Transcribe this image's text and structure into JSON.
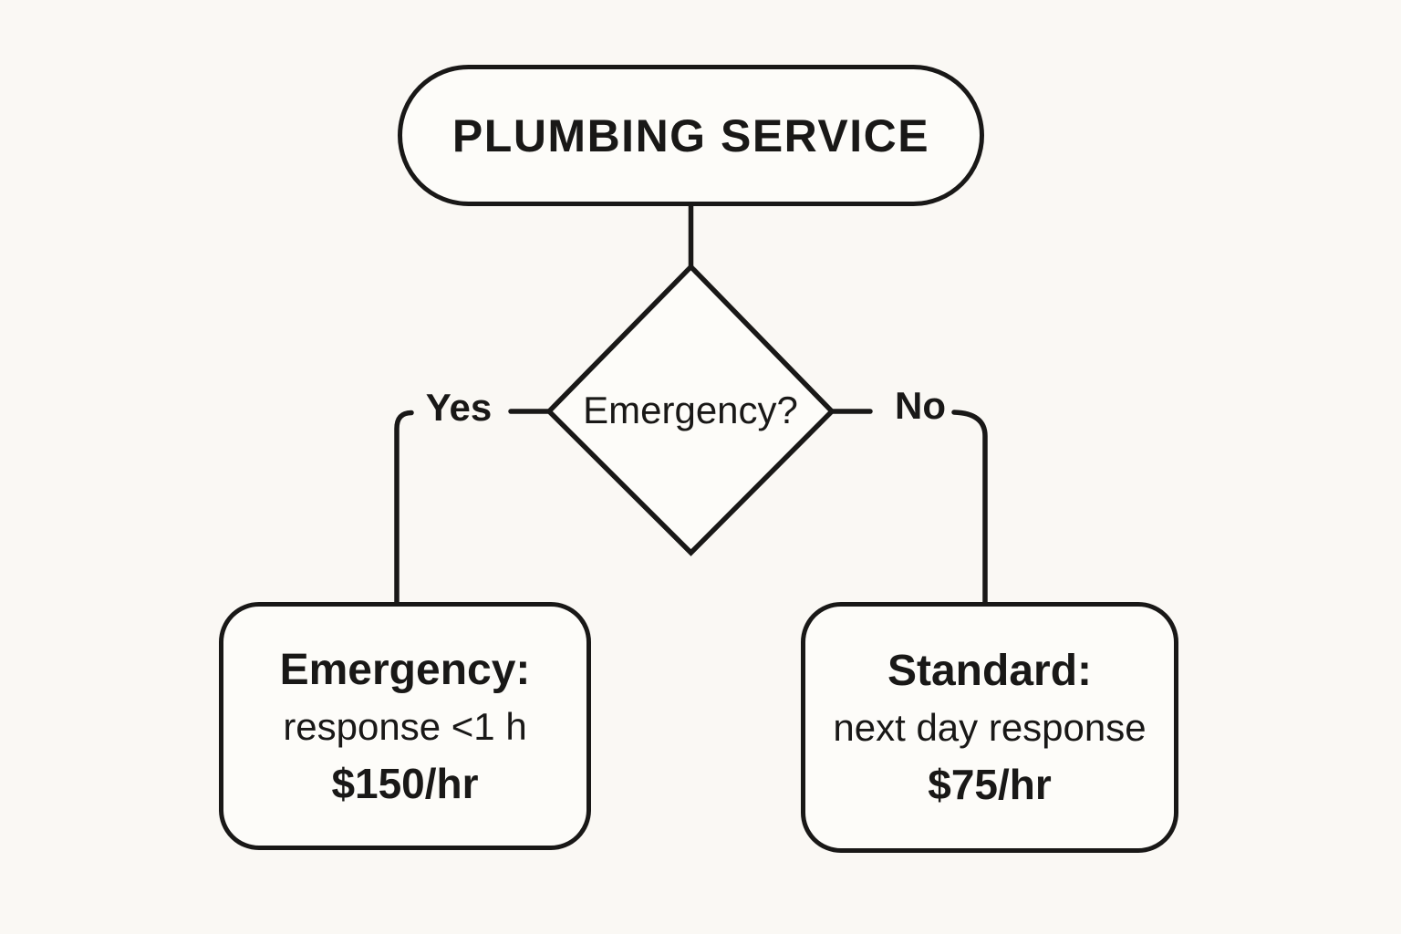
{
  "colors": {
    "background": "#faf8f4",
    "node_fill": "#fdfcf9",
    "line": "#191817",
    "text": "#191817"
  },
  "flowchart": {
    "root": {
      "label": "PLUMBING SERVICE"
    },
    "decision": {
      "label": "Emergency?"
    },
    "branches": {
      "yes": "Yes",
      "no": "No"
    },
    "outcomes": {
      "emergency": {
        "title": "Emergency:",
        "detail": "response <1 h",
        "rate": "$150/hr"
      },
      "standard": {
        "title": "Standard:",
        "detail": "next day response",
        "rate": "$75/hr"
      }
    }
  }
}
